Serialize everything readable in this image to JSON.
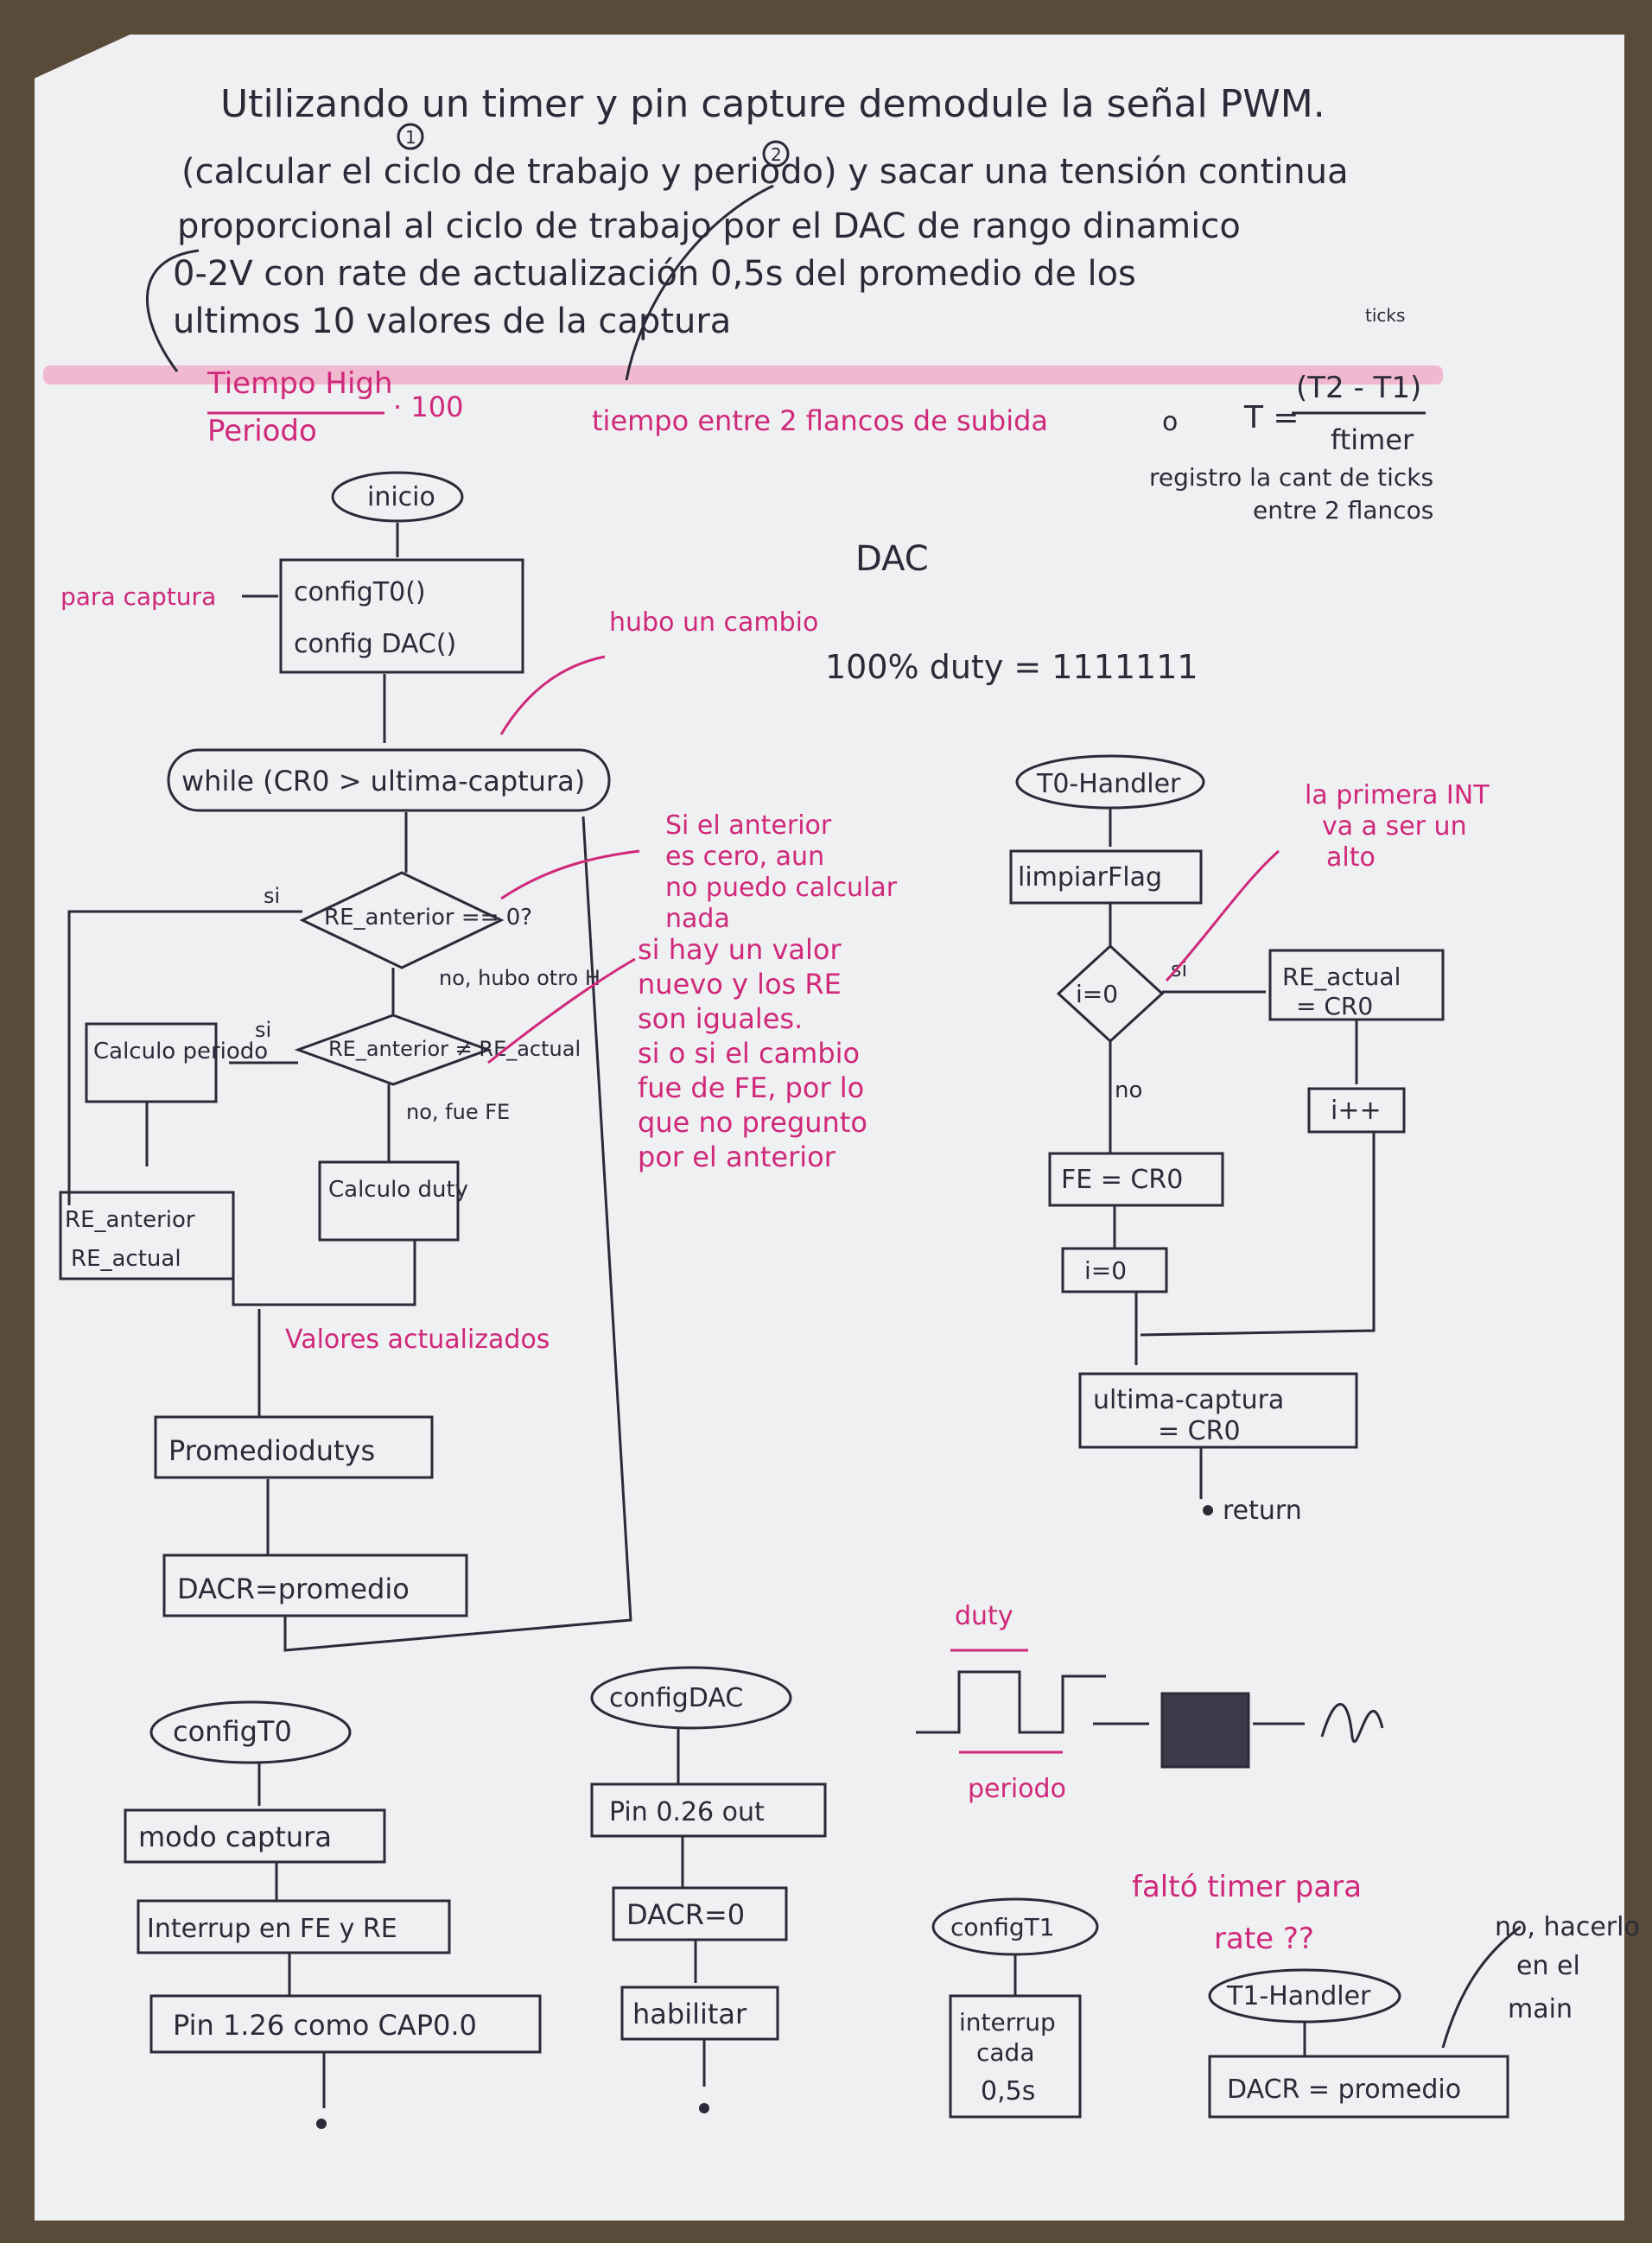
{
  "problem": {
    "line1": "Utilizando un timer y pin capture demodule la señal PWM.",
    "line2": "(calcular el ciclo de trabajo y periodo) y sacar una tensión continua",
    "line3": "proporcional al ciclo de trabajo por el DAC de rango dinamico",
    "line4": "0-2V con rate de actualización 0,5s del promedio de los",
    "line5": "ultimos 10 valores de la captura",
    "mark1": "1",
    "mark2": "2"
  },
  "formulas": {
    "duty_num": "Tiempo High",
    "duty_den": "Periodo",
    "duty_mult": "· 100",
    "period_text": "tiempo entre 2 flancos de subida",
    "period_o": "o",
    "period_eq": "T =",
    "period_num": "(T2 - T1)",
    "period_den": "ftimer",
    "ticks": "ticks",
    "ticks_note1": "registro la cant de ticks",
    "ticks_note2": "entre 2 flancos"
  },
  "sketch": {
    "dac": "DAC",
    "duty_full": "100% duty = 1111111"
  },
  "main_flow": {
    "start": "inicio",
    "config_note": "para captura",
    "config1": "configT0()",
    "config2": "config DAC()",
    "cambio_note": "hubo un cambio",
    "while": "while (CR0 > ultima-captura)",
    "d1": "RE_anterior == 0?",
    "si1": "si",
    "no1": "no, hubo otro H",
    "d2": "RE_anterior ≠ RE_actual",
    "si2": "si",
    "no2": "no, fue FE",
    "calc_periodo": "Calculo periodo",
    "calc_duty": "Calculo duty",
    "re_update1": "RE_anterior",
    "re_update2": "RE_actual",
    "valores": "Valores actualizados",
    "promedio": "Promediodutys",
    "dacr": "DACR=promedio",
    "note1": "Si el anterior es cero, aun no puedo calcular nada",
    "note2": "si hay un valor nuevo y los RE son iguales. si o si el cambio fue de FE, por lo que no pregunto por el anterior"
  },
  "handler": {
    "title": "T0-Handler",
    "limpiar": "limpiarFlag",
    "cond": "i=0",
    "si": "si",
    "no": "no",
    "re_actual": "RE_actual = CR0",
    "inc": "i++",
    "fe": "FE = CR0",
    "reset": "i=0",
    "ultima": "ultima-captura = CR0",
    "return": "return",
    "note": "la primera INT va a ser un alto"
  },
  "configT0": {
    "title": "configT0",
    "s1": "modo captura",
    "s2": "Interrup en FE y RE",
    "s3": "Pin 1.26 como CAP0.0"
  },
  "configDAC": {
    "title": "configDAC",
    "s1": "Pin 0.26 out",
    "s2": "DACR=0",
    "s3": "habilitar"
  },
  "configT1": {
    "title": "configT1",
    "s1a": "interrup",
    "s1b": "cada",
    "s1c": "0,5s"
  },
  "t1handler": {
    "title": "T1-Handler",
    "s1": "DACR = promedio"
  },
  "pwm": {
    "duty": "duty",
    "periodo": "periodo"
  },
  "notes": {
    "falto1": "faltó timer para",
    "falto2": "rate ??",
    "main1": "no, hacerlo",
    "main2": "en el",
    "main3": "main"
  }
}
